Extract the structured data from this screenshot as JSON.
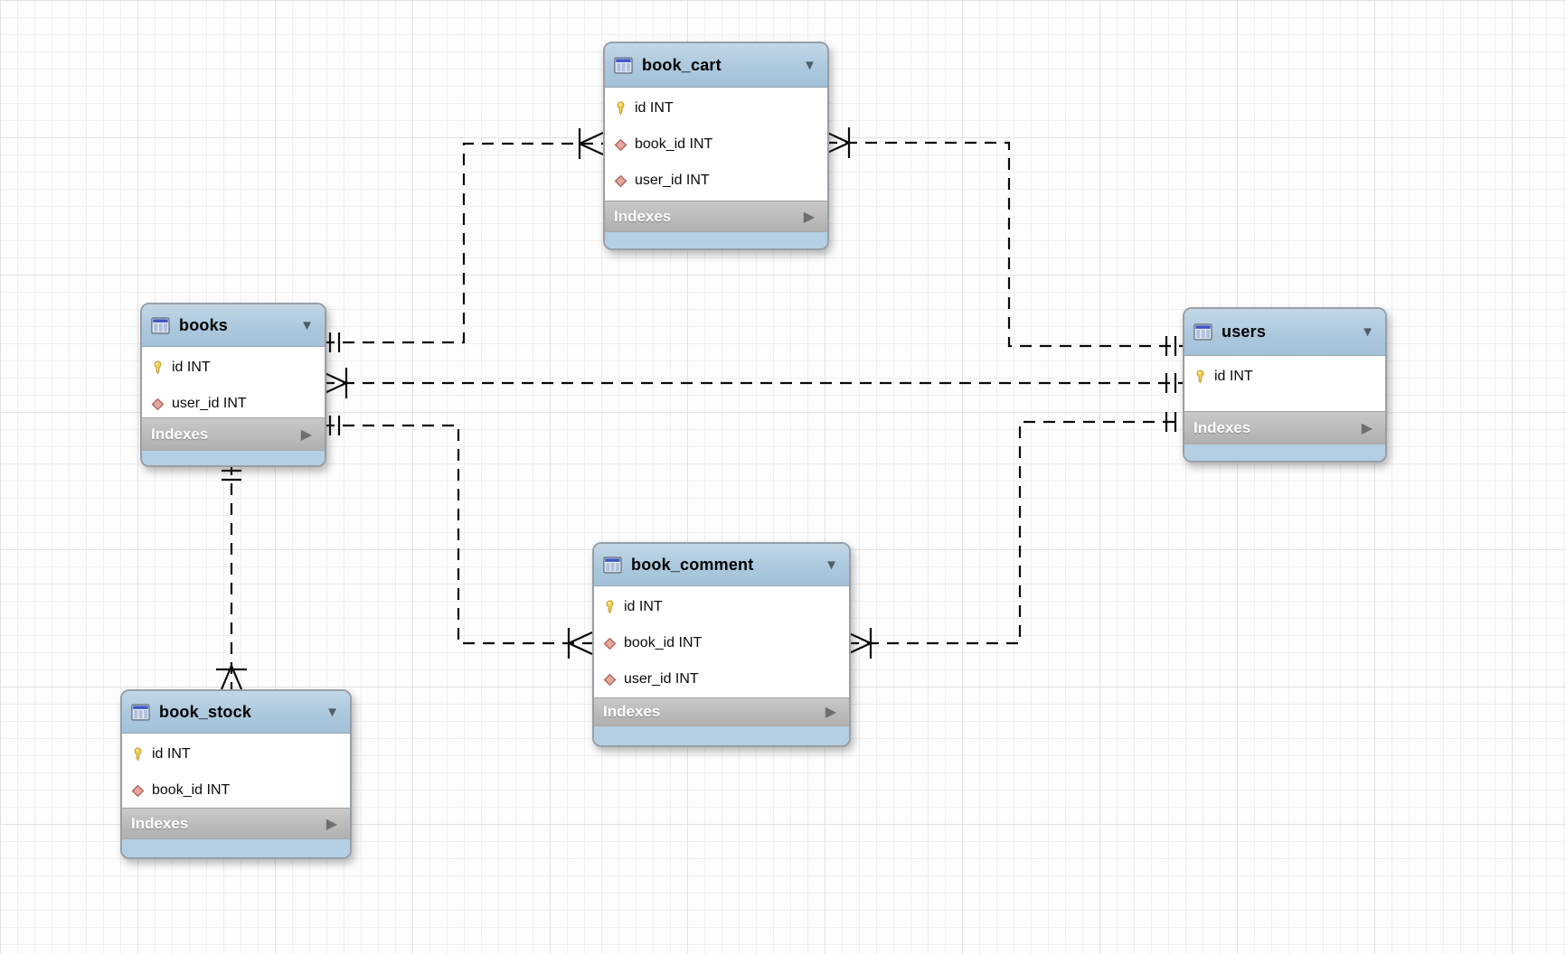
{
  "diagram": {
    "icons": {
      "collapse_glyph": "▼",
      "expand_glyph": "▶"
    },
    "colors": {
      "table_header": "#aac7dd",
      "table_header_top": "#c3d7e6",
      "table_header_low": "#a3c2d9",
      "table_footer": "#b4cfe3",
      "indexes_bar": "#bcbcbc",
      "connector": "#0a0a0a",
      "grid_minor": "#efefef",
      "grid_major": "#e2e2e2"
    },
    "tables": [
      {
        "name": "book_cart",
        "indexes_label": "Indexes",
        "columns": [
          {
            "icon": "primary-key-icon",
            "label": "id INT"
          },
          {
            "icon": "foreign-key-icon",
            "label": "book_id INT"
          },
          {
            "icon": "foreign-key-icon",
            "label": "user_id INT"
          }
        ]
      },
      {
        "name": "books",
        "indexes_label": "Indexes",
        "columns": [
          {
            "icon": "primary-key-icon",
            "label": "id INT"
          },
          {
            "icon": "foreign-key-icon",
            "label": "user_id INT"
          }
        ]
      },
      {
        "name": "users",
        "indexes_label": "Indexes",
        "columns": [
          {
            "icon": "primary-key-icon",
            "label": "id INT"
          }
        ]
      },
      {
        "name": "book_comment",
        "indexes_label": "Indexes",
        "columns": [
          {
            "icon": "primary-key-icon",
            "label": "id INT"
          },
          {
            "icon": "foreign-key-icon",
            "label": "book_id INT"
          },
          {
            "icon": "foreign-key-icon",
            "label": "user_id INT"
          }
        ]
      },
      {
        "name": "book_stock",
        "indexes_label": "Indexes",
        "columns": [
          {
            "icon": "primary-key-icon",
            "label": "id INT"
          },
          {
            "icon": "foreign-key-icon",
            "label": "book_id INT"
          }
        ]
      }
    ]
  }
}
